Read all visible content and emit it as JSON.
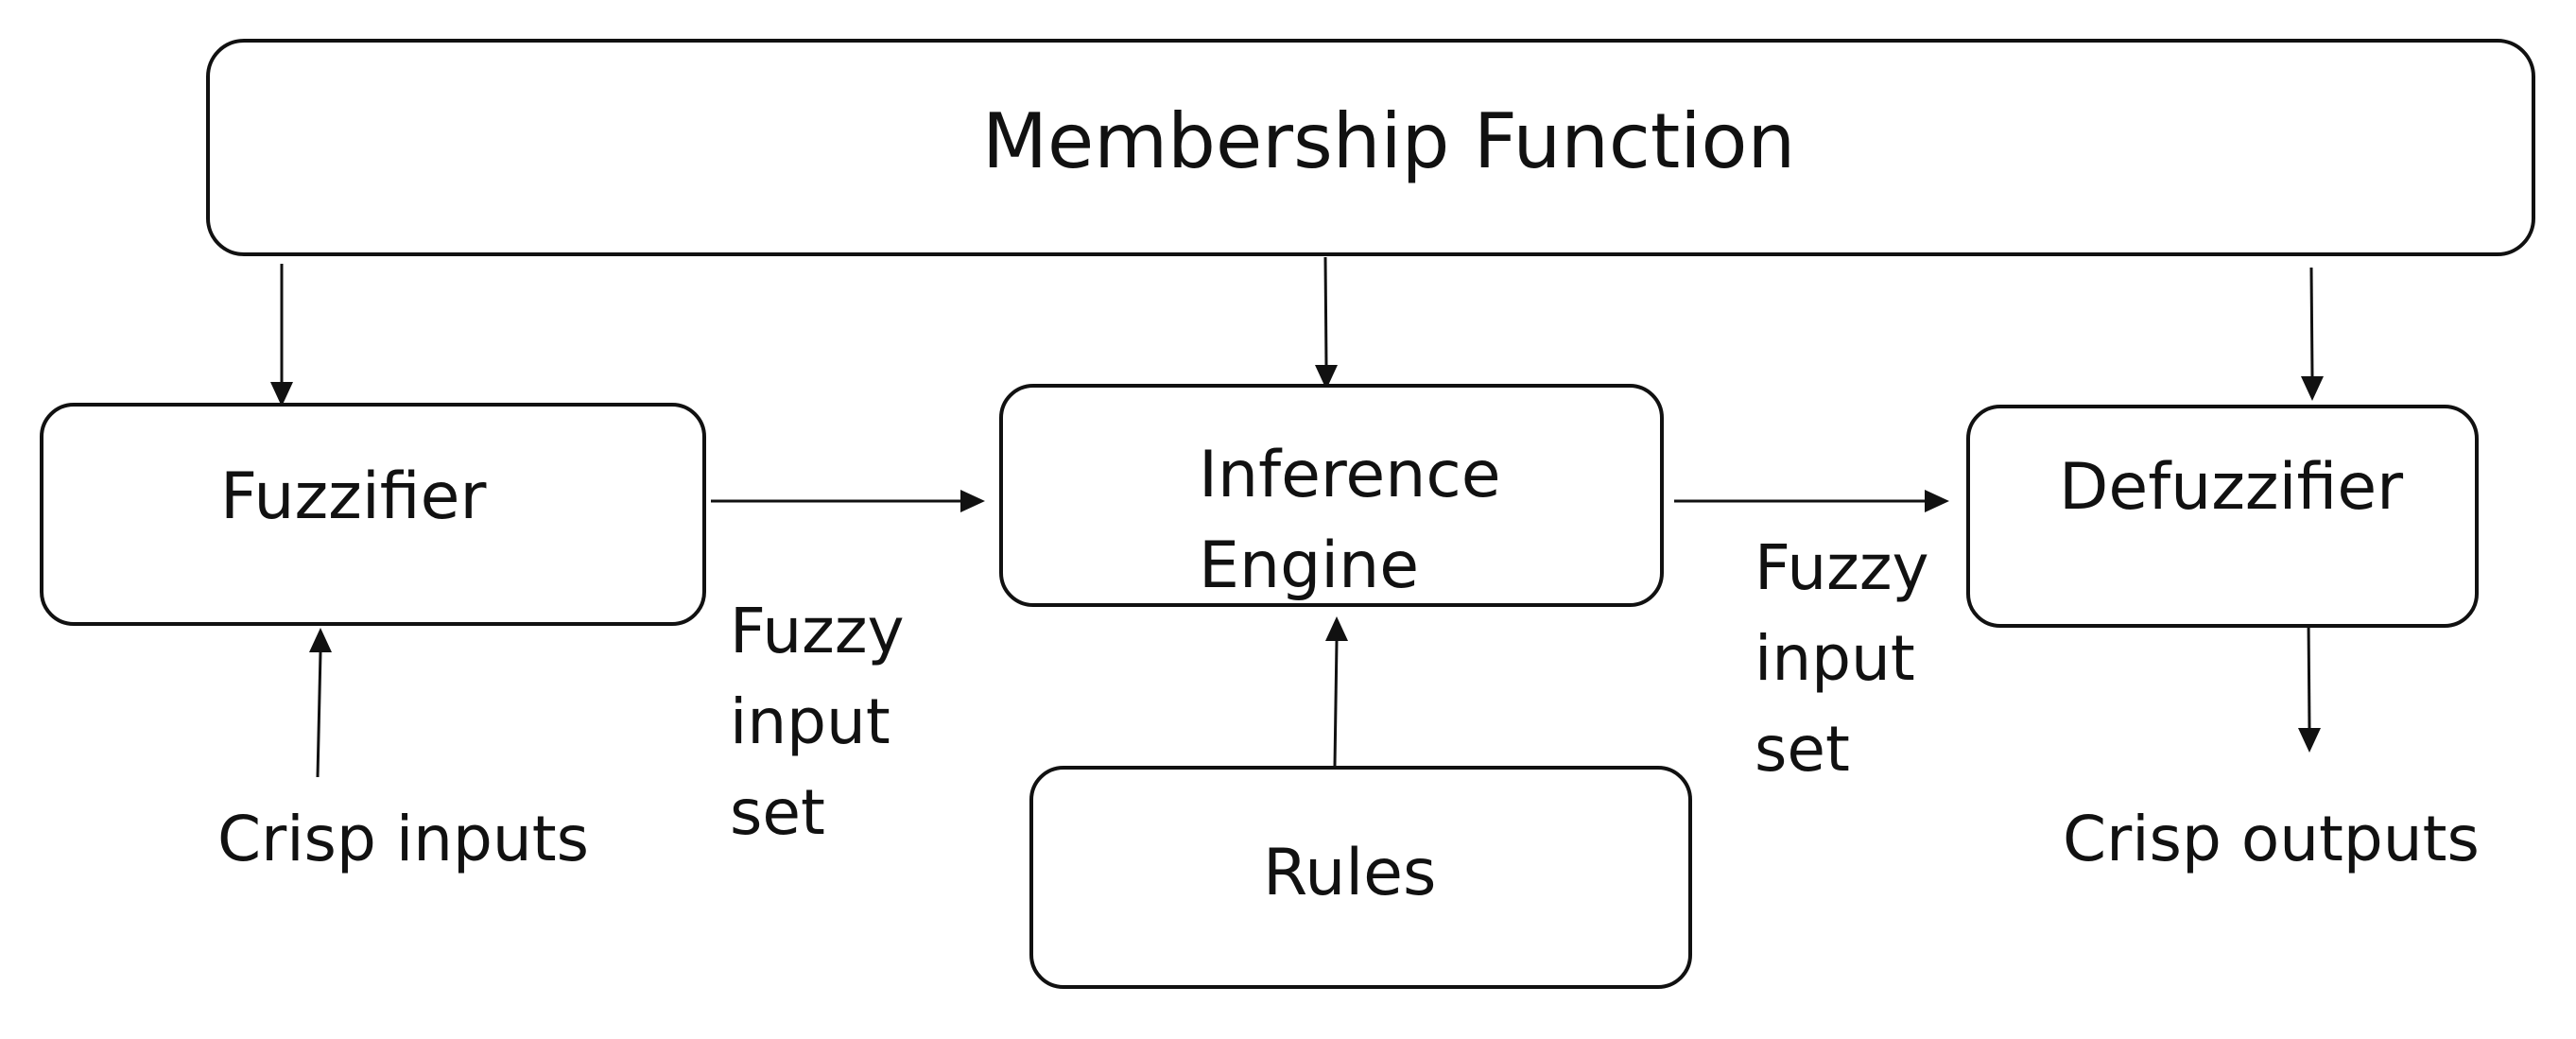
{
  "blocks": {
    "membership_function": "Membership Function",
    "fuzzifier": "Fuzzifier",
    "inference_engine": [
      "Inference",
      "Engine"
    ],
    "defuzzifier": "Defuzzifier",
    "rules": "Rules"
  },
  "labels": {
    "crisp_inputs": "Crisp inputs",
    "fuzzy_input_set_left": [
      "Fuzzy",
      "input",
      "set"
    ],
    "fuzzy_input_set_right": [
      "Fuzzy",
      "input",
      "set"
    ],
    "crisp_outputs": "Crisp outputs"
  },
  "colors": {
    "stroke": "#111111",
    "background": "#ffffff"
  }
}
